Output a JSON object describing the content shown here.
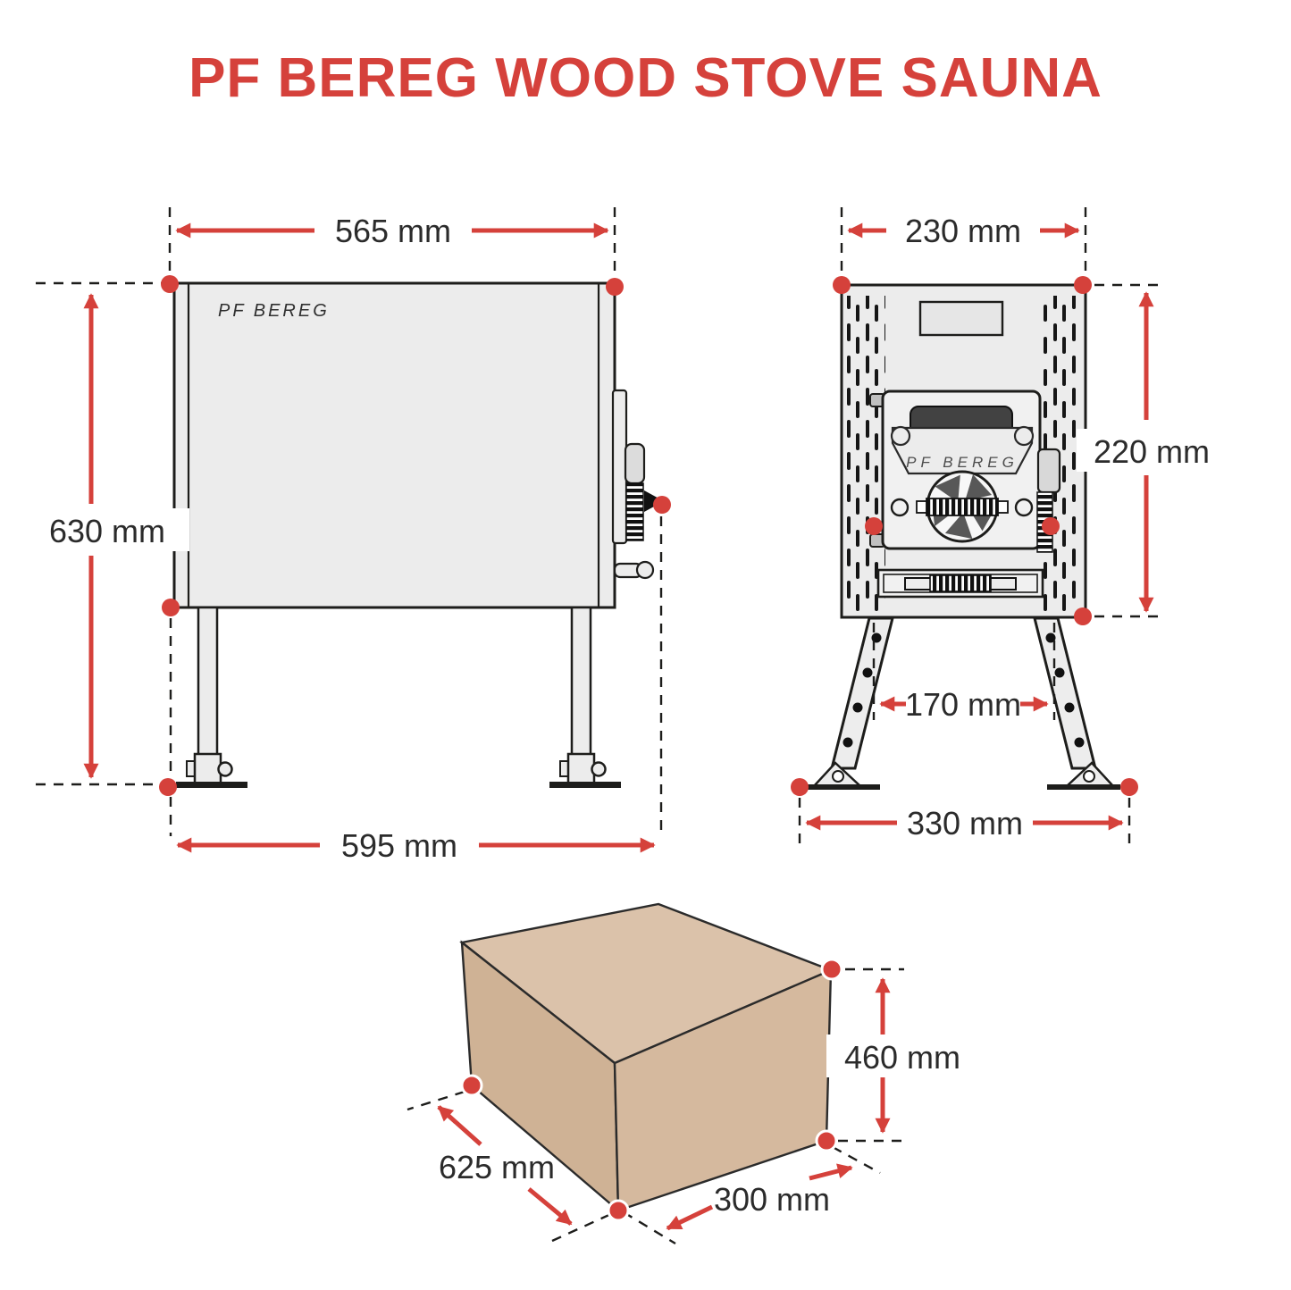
{
  "title": "PF BEREG WOOD STOVE SAUNA",
  "colors": {
    "accent_red": "#d5413b",
    "body_gray": "#ececec",
    "outline_dark": "#1d1d1b",
    "box_tan": "#d2b59b"
  },
  "side_view": {
    "brand_label": "PF BEREG",
    "dims": {
      "top_width": "565 mm",
      "height": "630 mm",
      "bottom_width": "595 mm"
    }
  },
  "front_view": {
    "door_brand_label": "PF BEREG",
    "dims": {
      "top_width": "230 mm",
      "height": "220 mm",
      "leg_spacing": "170 mm",
      "base_width": "330 mm"
    }
  },
  "package_view": {
    "dims": {
      "height": "460 mm",
      "depth": "625 mm",
      "width": "300 mm"
    }
  }
}
